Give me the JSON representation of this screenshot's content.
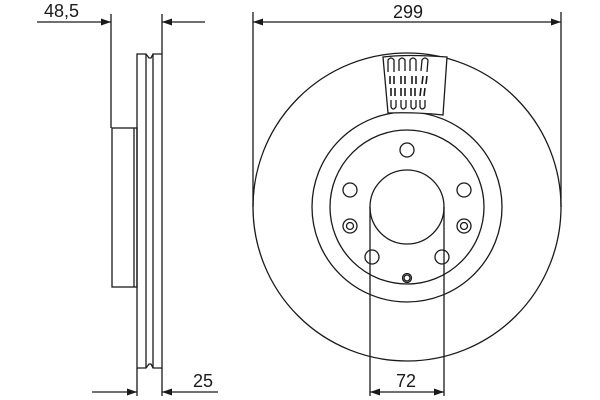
{
  "title": "Brake disc technical drawing",
  "colors": {
    "line": "#1a1a1a",
    "background": "#ffffff"
  },
  "dimensions": {
    "offset": {
      "label": "48,5",
      "description": "hub offset (side view)"
    },
    "thickness": {
      "label": "25",
      "description": "disc thickness (side view)"
    },
    "outer_diameter": {
      "label": "299",
      "description": "outer diameter (front view)"
    },
    "center_bore": {
      "label": "72",
      "description": "center bore diameter (front view)"
    }
  },
  "views": {
    "side": {
      "name": "side profile",
      "vented": true
    },
    "front": {
      "name": "front view",
      "bolt_holes": 5,
      "threaded_holes": 2,
      "locator_hole": 1,
      "vent_detail": true
    }
  }
}
